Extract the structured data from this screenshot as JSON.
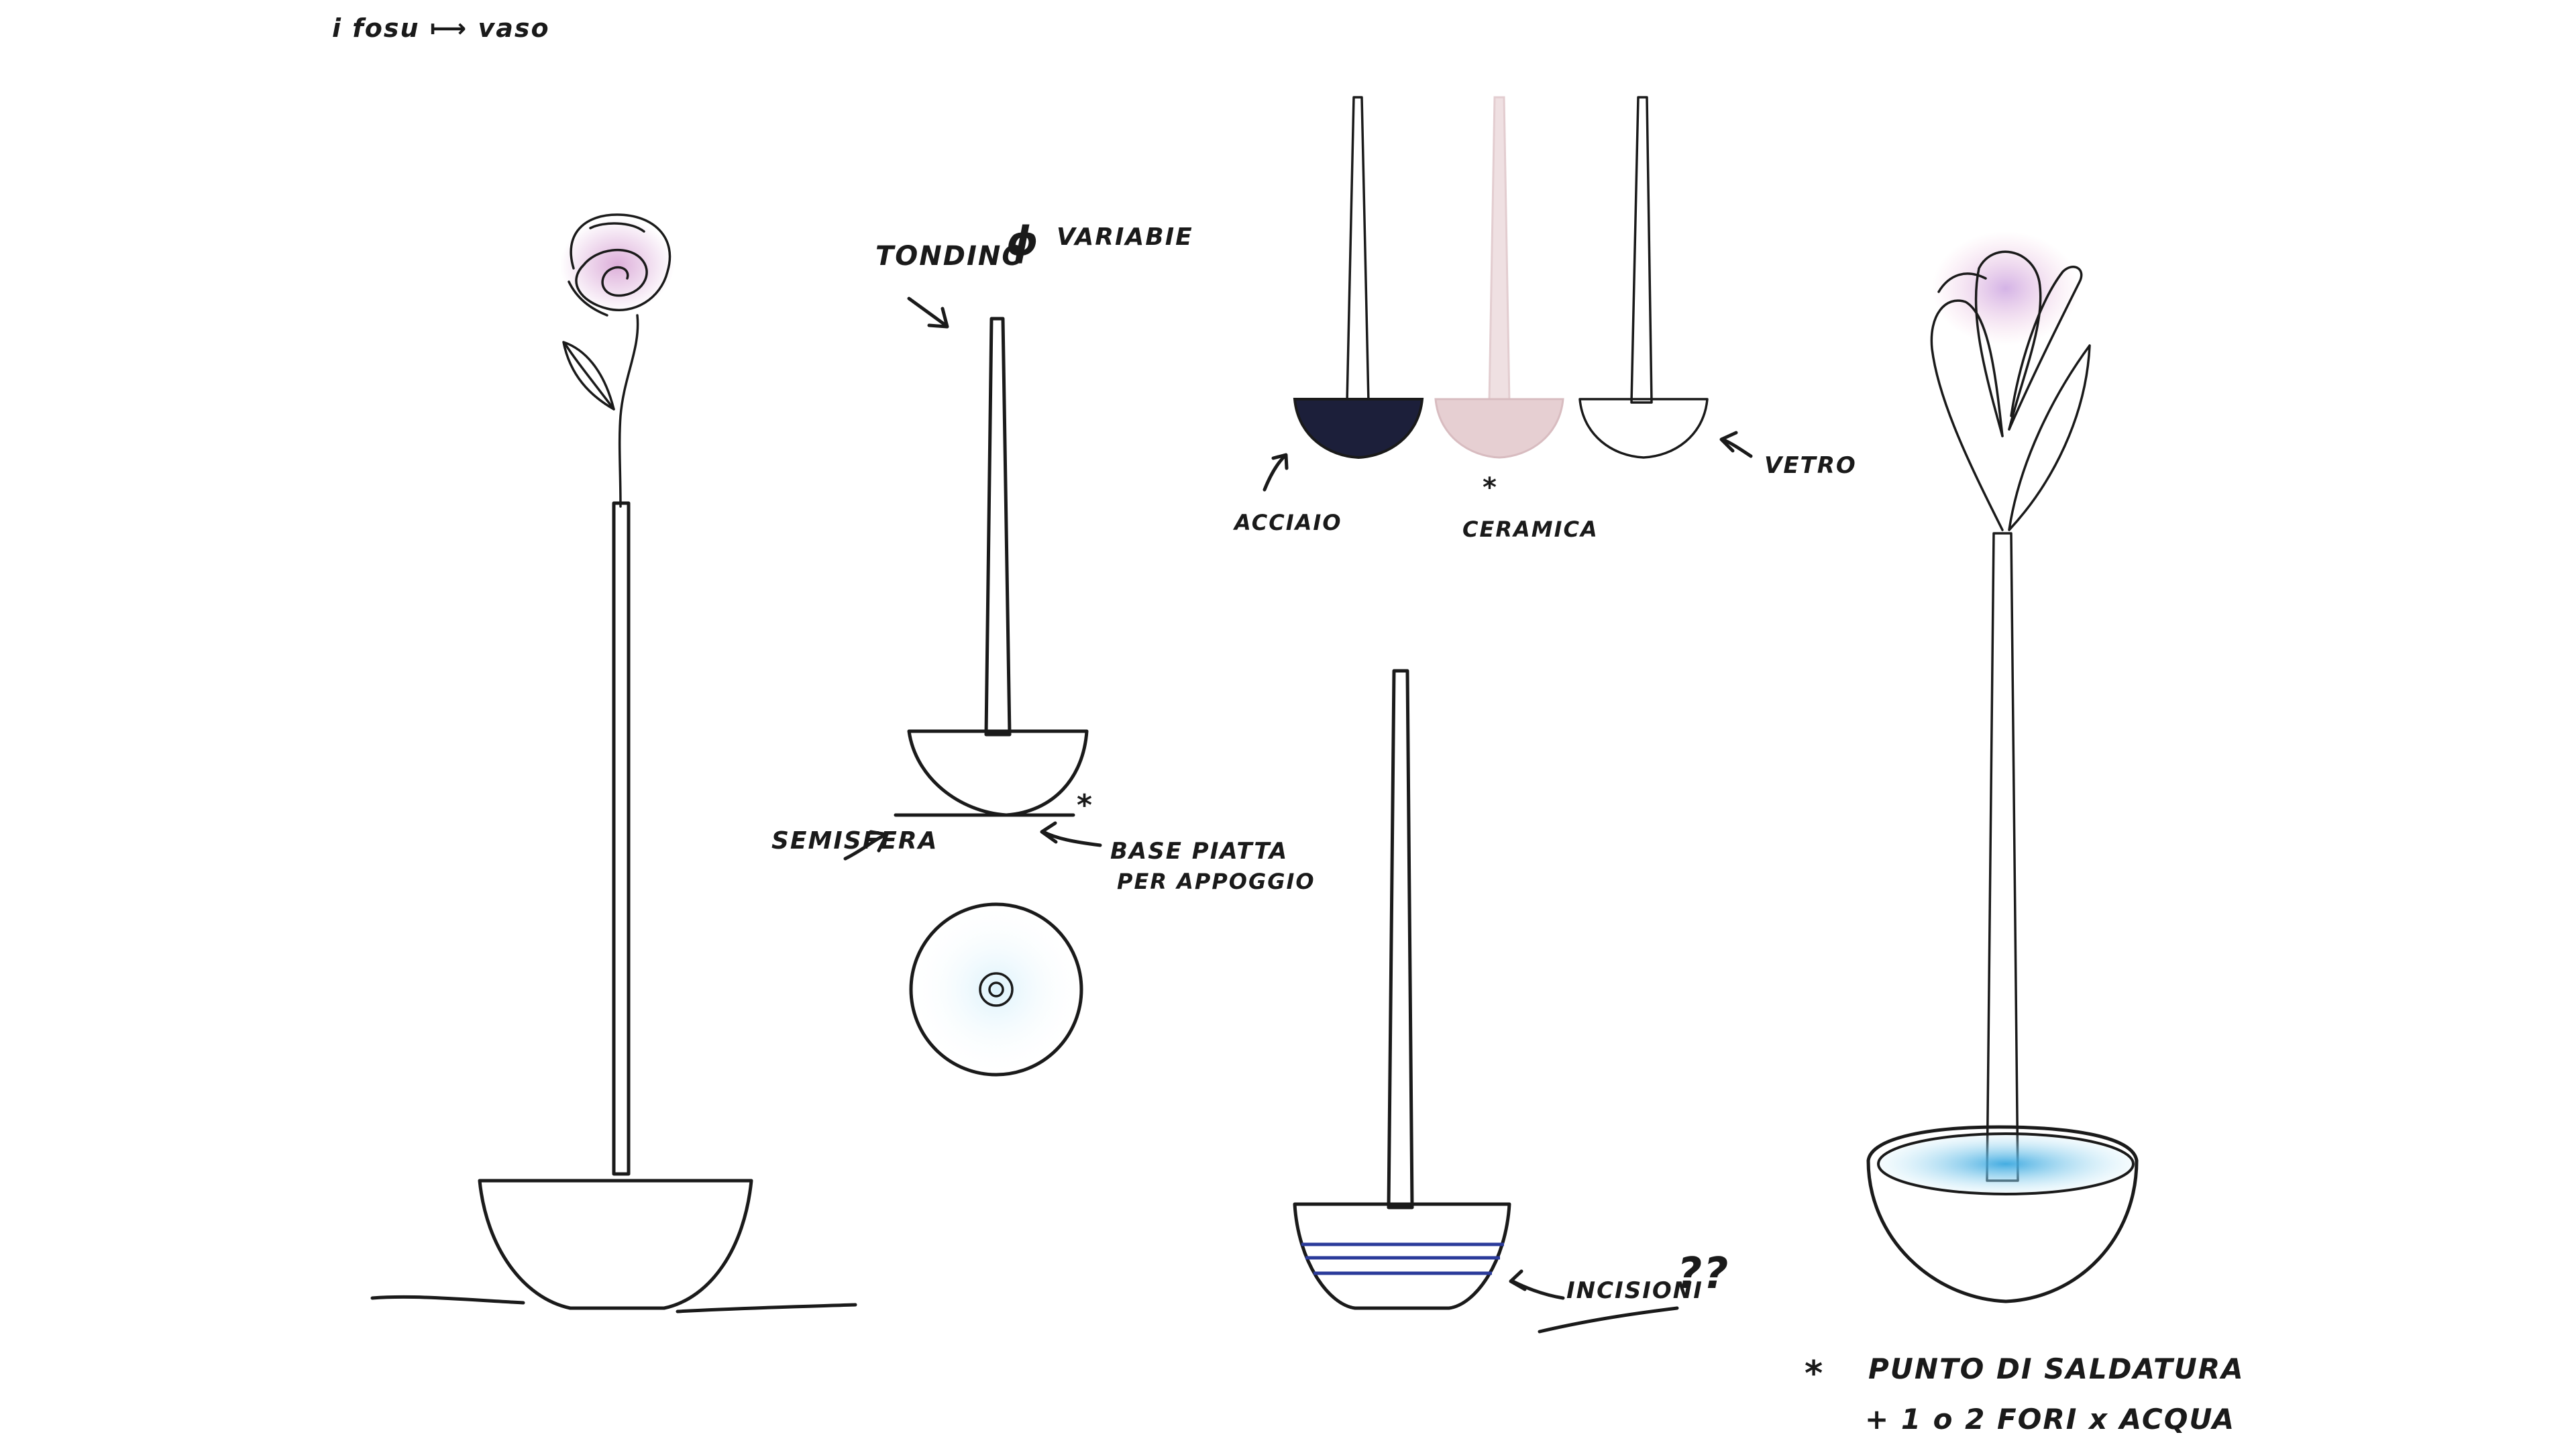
{
  "header": {
    "note": "i fosu ⟼ vaso"
  },
  "labels": {
    "tondino": "TONDINO",
    "phi": "ϕ",
    "variabile": "VARIABIE",
    "semisfera": "SEMISFERA",
    "base_piatta": "BASE PIATTA",
    "per_appoggio": "PER APPOGGIO",
    "acciaio": "ACCIAIO",
    "ceramica": "CERAMICA",
    "vetro": "VETRO",
    "incisioni": "INCISIONI",
    "incisioni_marks": "??",
    "asterisk": "*",
    "punto_saldatura": "PUNTO DI SALDATURA",
    "fori": "+ 1 o 2 FORI x ACQUA"
  },
  "colors": {
    "ink": "#1a1a1a",
    "rose": "#d9a6d6",
    "steel": "#1c1f3a",
    "steel_stem_accent": "#3b4bb0",
    "ceramic": "#e6cfd2",
    "water": "#6fc6e8",
    "engraving": "#2a3a9a",
    "wood_stem": "#d9cfae"
  }
}
